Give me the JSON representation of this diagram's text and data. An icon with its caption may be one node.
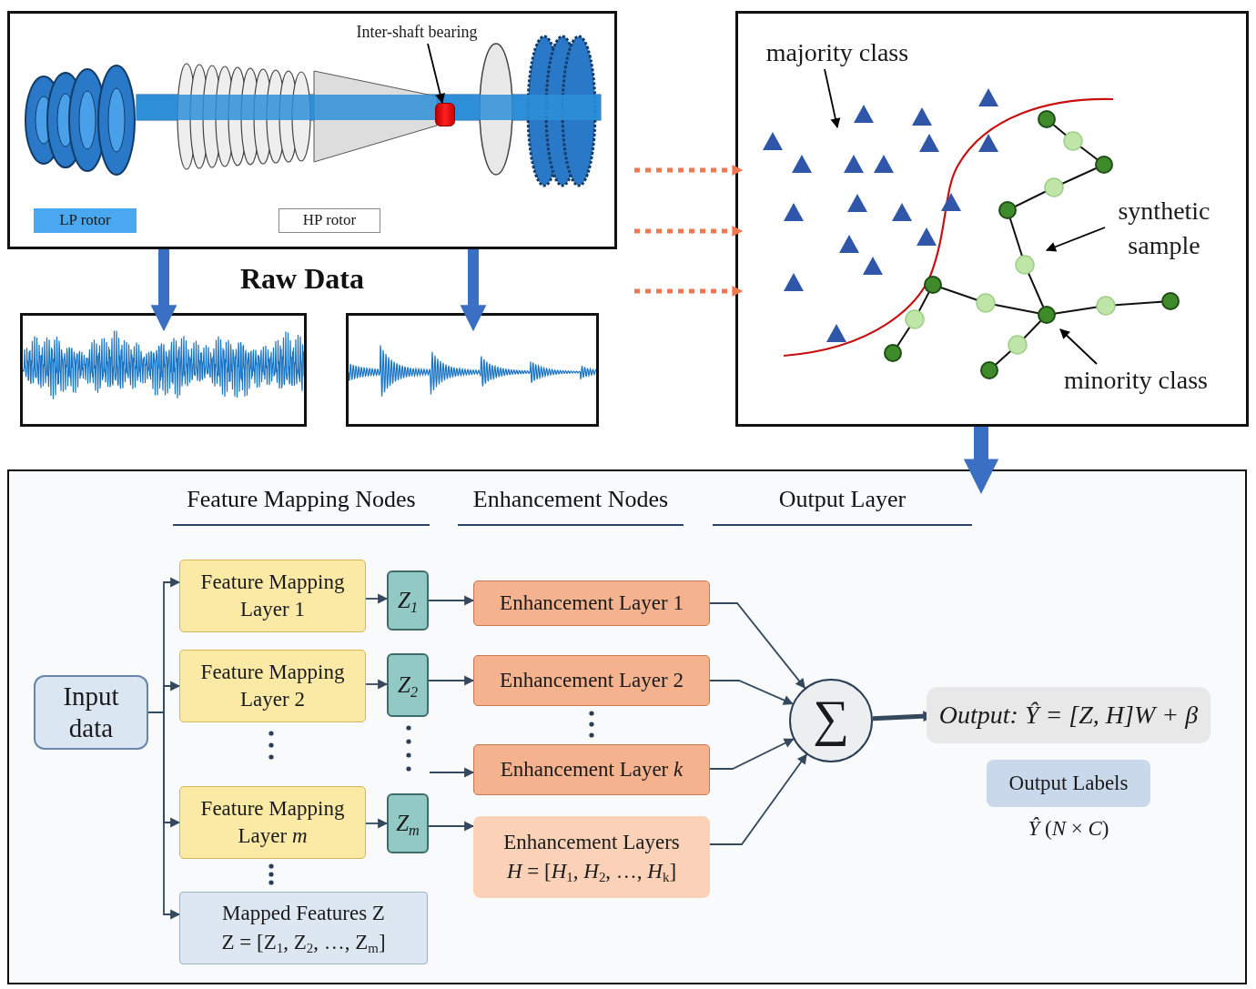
{
  "diagram": {
    "nodes": [
      {
        "text": [],
        "shape": "picture"
      },
      {
        "text": [
          "Inter-shaft bearing"
        ],
        "in": 0
      },
      {
        "text": [],
        "shape": "cylinder",
        "in": 0
      },
      {
        "text": [
          "LP rotor"
        ],
        "in": 0
      },
      {
        "text": [
          "HP rotor"
        ],
        "in": 0
      },
      {
        "text": [],
        "shape": "picture"
      },
      {
        "text": [],
        "shape": "picture"
      },
      {
        "text": [],
        "shape": "picture"
      },
      {
        "text": [
          "majority class"
        ],
        "in": 7
      },
      {
        "text": [
          "synthetic sample"
        ],
        "in": 7
      },
      {
        "text": [
          "minority class"
        ],
        "in": 7
      },
      {
        "text": [],
        "shape": "box"
      },
      {
        "text": [
          "Input data"
        ],
        "in": 11
      },
      {
        "text": [
          "Feature Mapping Layer 1"
        ],
        "in": 11
      },
      {
        "text": [
          "Feature Mapping Layer 2"
        ],
        "in": 11
      },
      {
        "text": [
          "Feature Mapping Layer *m*"
        ],
        "in": 11
      },
      {
        "text": [
          "Mapped Features Z",
          "Z = [Z$_{1}$, Z$_{2}$, …, Z$_{m}$]"
        ],
        "in": 11
      },
      {
        "text": [
          "Z$_{1}$"
        ],
        "in": 11
      },
      {
        "text": [
          "Z$_{2}$"
        ],
        "in": 11
      },
      {
        "text": [
          "Z$_{m}$"
        ],
        "in": 11
      },
      {
        "text": [
          "Enhancement Layer 1"
        ],
        "in": 11
      },
      {
        "text": [
          "Enhancement Layer 2"
        ],
        "in": 11
      },
      {
        "text": [
          "Enhancement Layer *k*"
        ],
        "in": 11
      },
      {
        "text": [
          "Enhancement Layers",
          "*H* = [*H*$_{1}$, *H*$_{2}$, …, *H*$_{k}$]"
        ],
        "in": 11
      },
      {
        "text": [
          "∑"
        ],
        "in": 11
      },
      {
        "text": [
          "*Output:* Ŷ = [*Z*, *H*]*W* + *β*"
        ],
        "in": 11
      },
      {
        "text": [
          "Output Labels"
        ],
        "beside": [
          "*Ŷ* (*N* × *C*)"
        ],
        "in": 11
      }
    ],
    "edges": [
      {
        "from": 1,
        "to": 2,
        "arrow": "to",
        "color": "#000000"
      },
      {
        "from": 0,
        "to": 5,
        "arrow": "to",
        "style": "thick",
        "color": "#3a6fc4"
      },
      {
        "from": 0,
        "to": 6,
        "arrow": "to",
        "style": "thick",
        "color": "#3a6fc4"
      },
      {
        "from": null,
        "to": 7,
        "arrow": "to",
        "style": "dashed",
        "color": "#f07850"
      },
      {
        "from": null,
        "to": 7,
        "arrow": "to",
        "style": "dashed",
        "color": "#f07850"
      },
      {
        "from": null,
        "to": 7,
        "arrow": "to",
        "style": "dashed",
        "color": "#f07850"
      },
      {
        "from": 7,
        "to": 11,
        "arrow": "to",
        "style": "thick",
        "color": "#3a6fc4"
      },
      {
        "from": 8,
        "to": null,
        "arrow": "to",
        "color": "#000000"
      },
      {
        "from": 9,
        "to": null,
        "arrow": "to",
        "color": "#000000"
      },
      {
        "from": 10,
        "to": null,
        "arrow": "to",
        "color": "#000000"
      },
      {
        "from": 12,
        "to": 13,
        "arrow": "to"
      },
      {
        "from": 12,
        "to": 14,
        "arrow": "to"
      },
      {
        "from": 12,
        "to": 15,
        "arrow": "to"
      },
      {
        "from": 12,
        "to": 16,
        "arrow": "to"
      },
      {
        "from": 13,
        "to": 17,
        "arrow": "to"
      },
      {
        "from": 14,
        "to": 18,
        "arrow": "to"
      },
      {
        "from": 15,
        "to": 19,
        "arrow": "to"
      },
      {
        "from": 17,
        "to": 20,
        "arrow": "to"
      },
      {
        "from": 18,
        "to": 21,
        "arrow": "to"
      },
      {
        "from": null,
        "to": 22,
        "arrow": "to"
      },
      {
        "from": 19,
        "to": 23,
        "arrow": "to"
      },
      {
        "from": 20,
        "to": 24,
        "arrow": "to"
      },
      {
        "from": 21,
        "to": 24,
        "arrow": "to"
      },
      {
        "from": 22,
        "to": 24,
        "arrow": "to"
      },
      {
        "from": 23,
        "to": 24,
        "arrow": "to"
      },
      {
        "from": 24,
        "to": 25,
        "arrow": "to",
        "style": "thick"
      }
    ],
    "labels": [
      "Raw Data",
      "Feature Mapping Nodes",
      "Enhancement Nodes",
      "Output Layer"
    ]
  }
}
